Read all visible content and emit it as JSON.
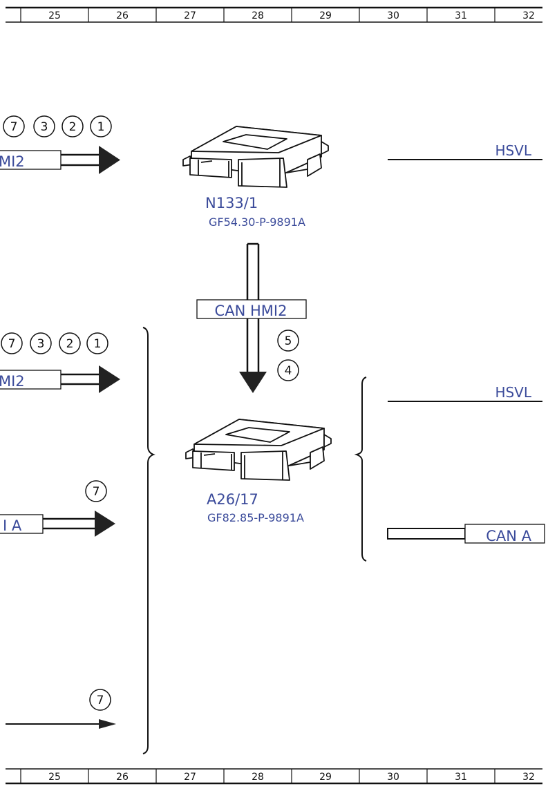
{
  "ruler": {
    "columns": [
      "25",
      "26",
      "27",
      "28",
      "29",
      "30",
      "31",
      "32"
    ]
  },
  "modules": {
    "top": {
      "id": "N133/1",
      "ref": "GF54.30-P-9891A"
    },
    "bottom": {
      "id": "A26/17",
      "ref": "GF82.85-P-9891A"
    }
  },
  "buses": {
    "top_left": {
      "label": "MI2",
      "markers": [
        "7",
        "3",
        "2",
        "1"
      ]
    },
    "mid_left": {
      "label": "MI2",
      "markers": [
        "7",
        "3",
        "2",
        "1"
      ]
    },
    "can_a_left": {
      "label": "I A",
      "markers": [
        "7"
      ]
    },
    "bottom_left": {
      "markers": [
        "7"
      ]
    },
    "vertical": {
      "label": "CAN HMI2",
      "markers": [
        "5",
        "4"
      ]
    },
    "top_right": {
      "label": "HSVL"
    },
    "mid_right": {
      "label": "HSVL"
    },
    "can_a_right": {
      "label": "CAN A"
    }
  },
  "colors": {
    "label_blue": "#3a4a9a",
    "line": "#111111"
  }
}
